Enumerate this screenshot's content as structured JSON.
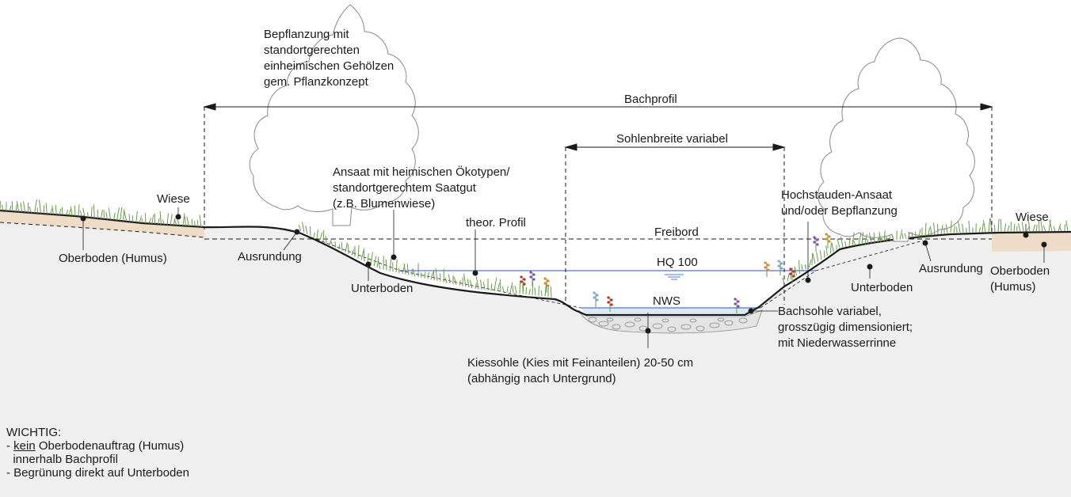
{
  "labels": {
    "bepflanzung": [
      "Bepflanzung mit",
      "standortgerechten",
      "einheimischen Gehölzen",
      "gem. Pflanzkonzept"
    ],
    "bachprofil": "Bachprofil",
    "sohlenbreite": "Sohlenbreite variabel",
    "ansaat": [
      "Ansaat mit heimischen Ökotypen/",
      "standortgerechtem Saatgut",
      "(z.B. Blumenwiese)"
    ],
    "wiese_left": "Wiese",
    "wiese_right": "Wiese",
    "hochstauden": [
      "Hochstauden-Ansaat",
      "und/oder Bepflanzung"
    ],
    "theor_profil": "theor. Profil",
    "freibord": "Freibord",
    "hq100": "HQ 100",
    "nws": "NWS",
    "oberboden_left": "Oberboden (Humus)",
    "ausrundung_left": "Ausrundung",
    "unterboden_left": "Unterboden",
    "unterboden_right": "Unterboden",
    "ausrundung_right": "Ausrundung",
    "oberboden_right": [
      "Oberboden",
      "(Humus)"
    ],
    "bachsohle": [
      "Bachsohle variabel,",
      "grosszügig dimensioniert;",
      "mit Niederwasserrinne"
    ],
    "kiessohle": [
      "Kiessohle (Kies mit Feinanteilen) 20-50 cm",
      "(abhängig nach Untergrund)"
    ]
  },
  "note": {
    "title": "WICHTIG:",
    "item1_prefix": "- ",
    "item1_underlined": "kein",
    "item1_rest": " Oberbodenauftrag (Humus)",
    "item1_line2": "  innerhalb Bachprofil",
    "item2": "- Begrünung direkt auf Unterboden"
  },
  "colors": {
    "ground": "#efefef",
    "topsoil": "#efdcc6",
    "water": "#dbe9f5",
    "water_line": "#5577cc",
    "grass": "#6a9a4a",
    "line": "#1a1a1a"
  }
}
